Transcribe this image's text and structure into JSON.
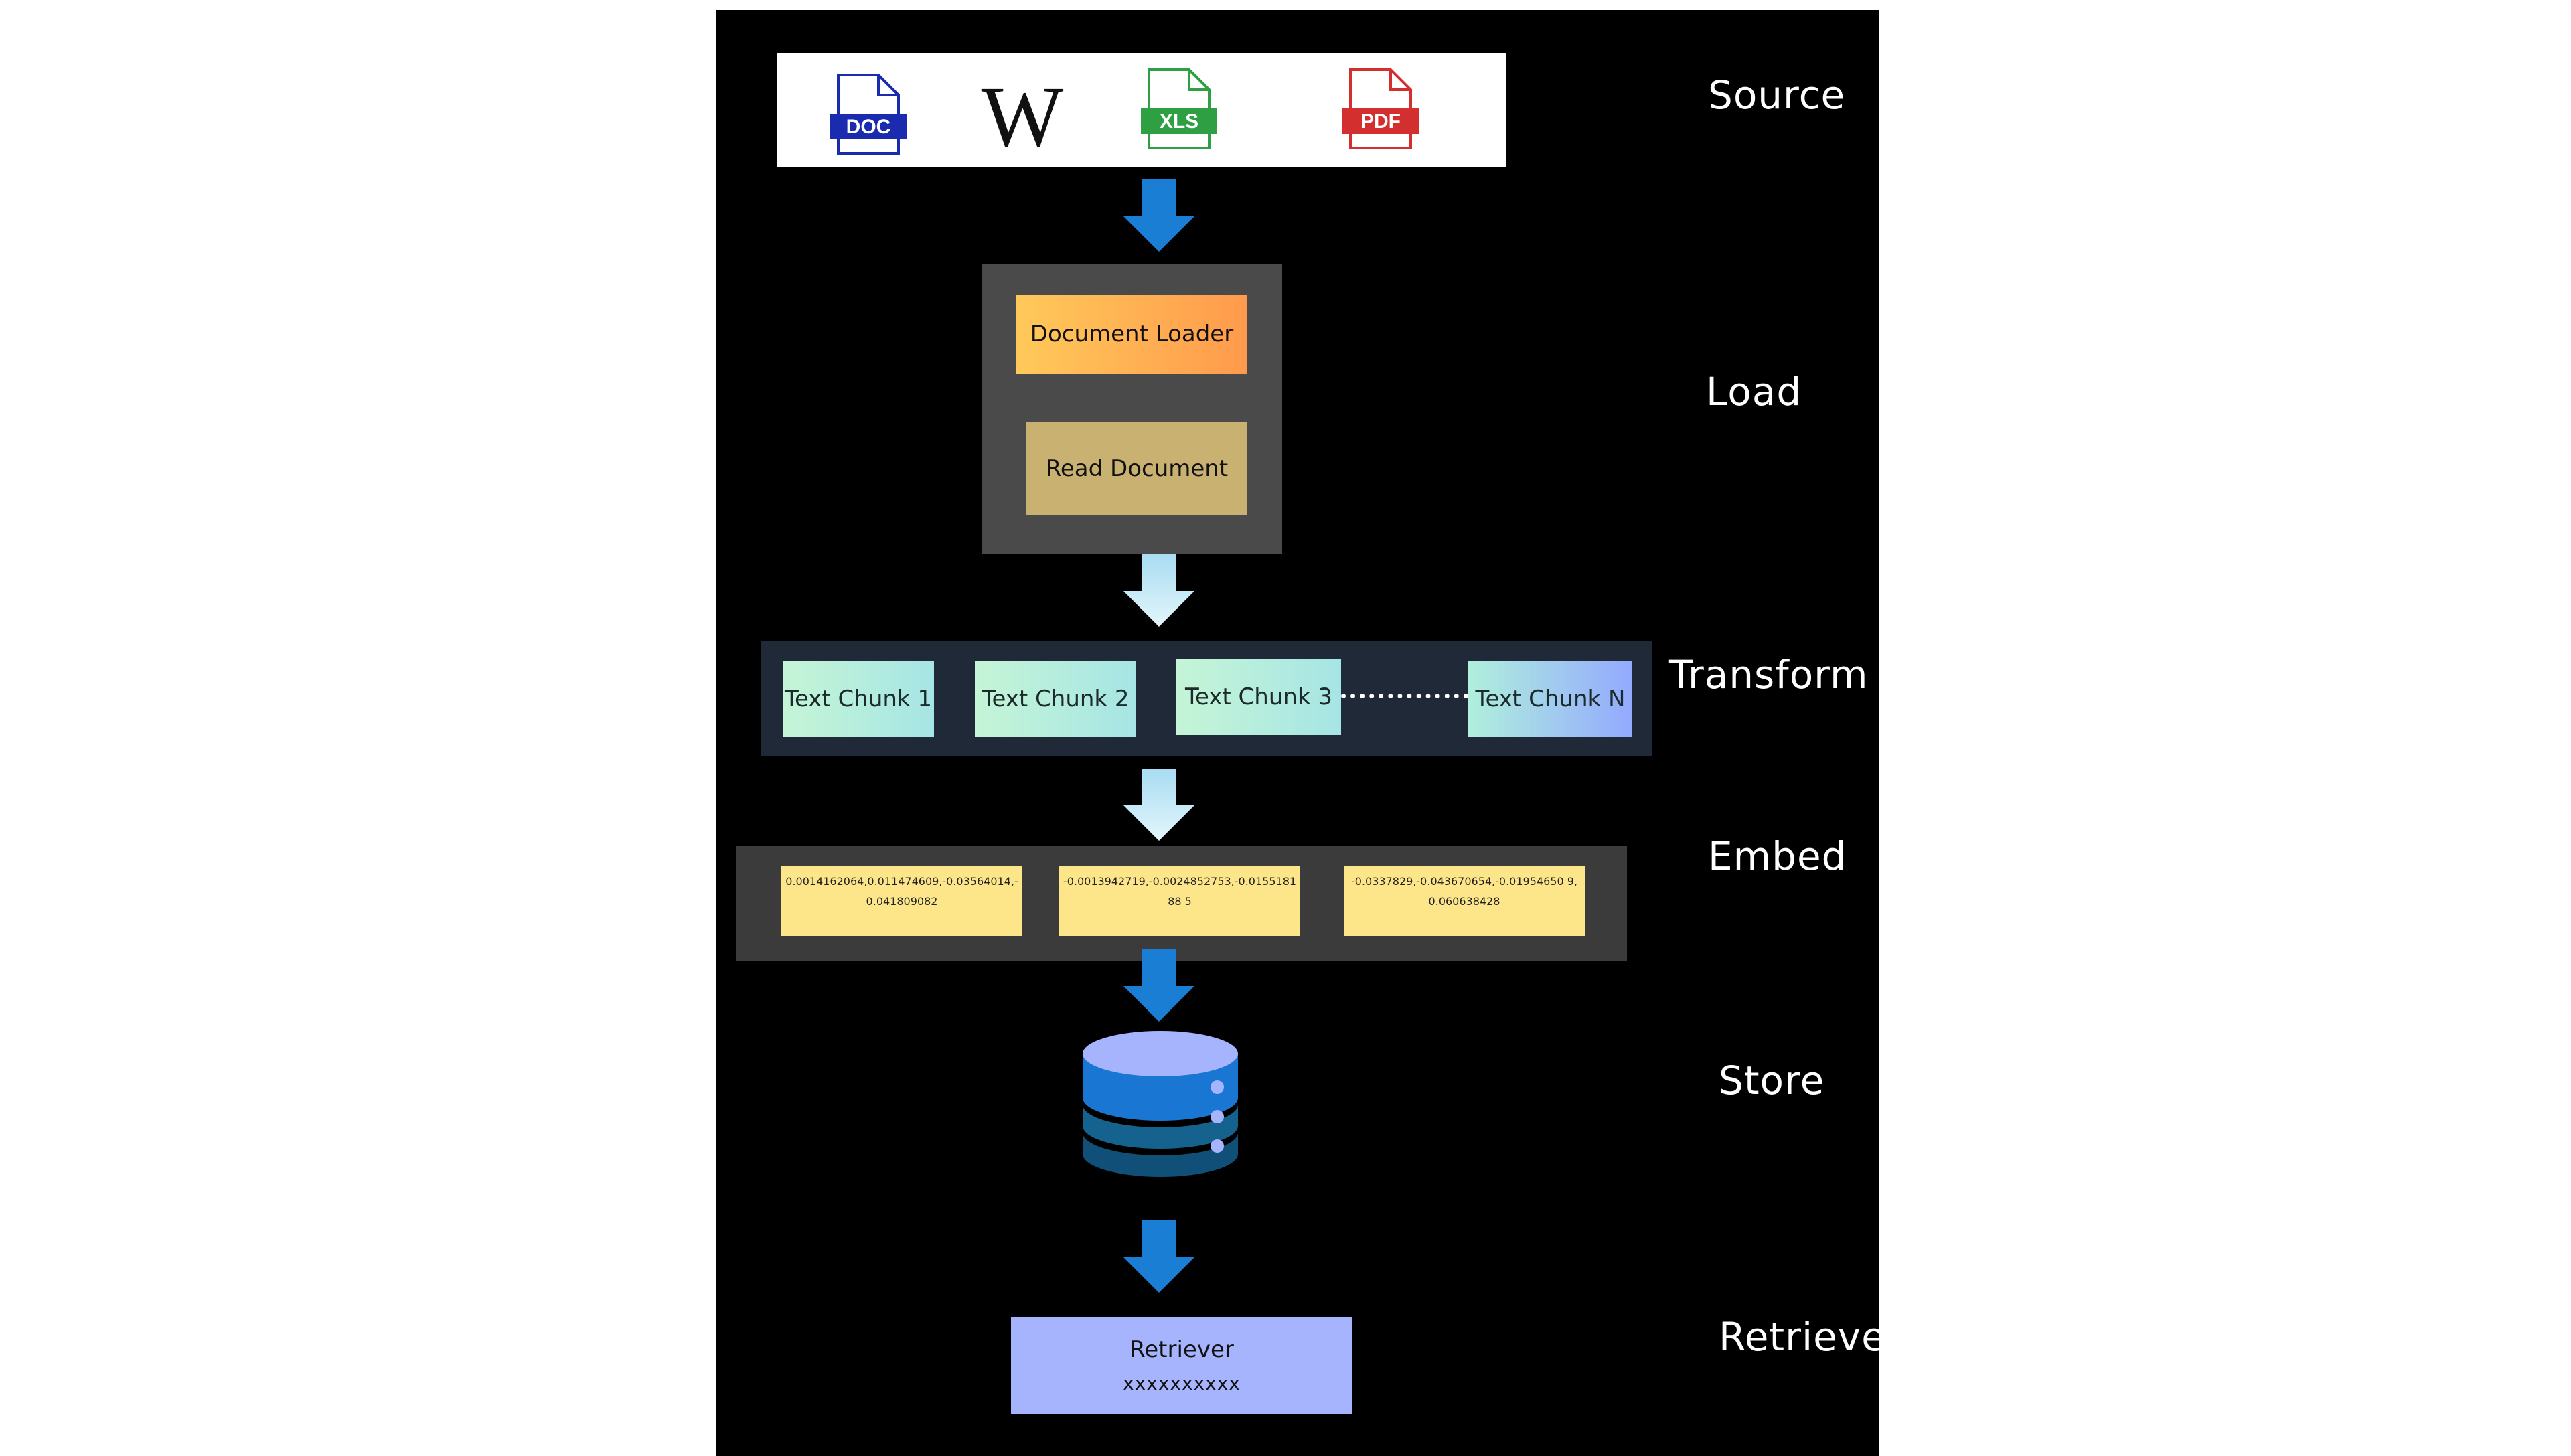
{
  "stages": {
    "source": "Source",
    "load": "Load",
    "transform": "Transform",
    "embed": "Embed",
    "store": "Store",
    "retrieve": "Retrieve"
  },
  "sources": {
    "doc_label": "DOC",
    "xls_label": "XLS",
    "pdf_label": "PDF",
    "wiki_glyph": "W"
  },
  "load": {
    "loader_label": "Document Loader",
    "read_label": "Read Document"
  },
  "transform": {
    "chunks": [
      "Text Chunk 1",
      "Text Chunk 2",
      "Text Chunk 3",
      "Text Chunk N"
    ]
  },
  "embed": {
    "vectors": [
      "0.0014162064,0.011474609,-0.03564014,-0.041809082",
      "-0.0013942719,-0.0024852753,-0.015518188 5",
      "-0.0337829,-0.043670654,-0.01954650 9,0.060638428"
    ]
  },
  "retriever": {
    "title": "Retriever",
    "value": "xxxxxxxxxx"
  },
  "colors": {
    "arrow_blue": "#1a7fd4",
    "arrow_light": "#bfe6f6",
    "doc_blue": "#1b2bb0",
    "xls_green": "#2ea043",
    "pdf_red": "#d32f2f",
    "db_top": "#a5b4fc",
    "db_blue": "#1976d2"
  }
}
